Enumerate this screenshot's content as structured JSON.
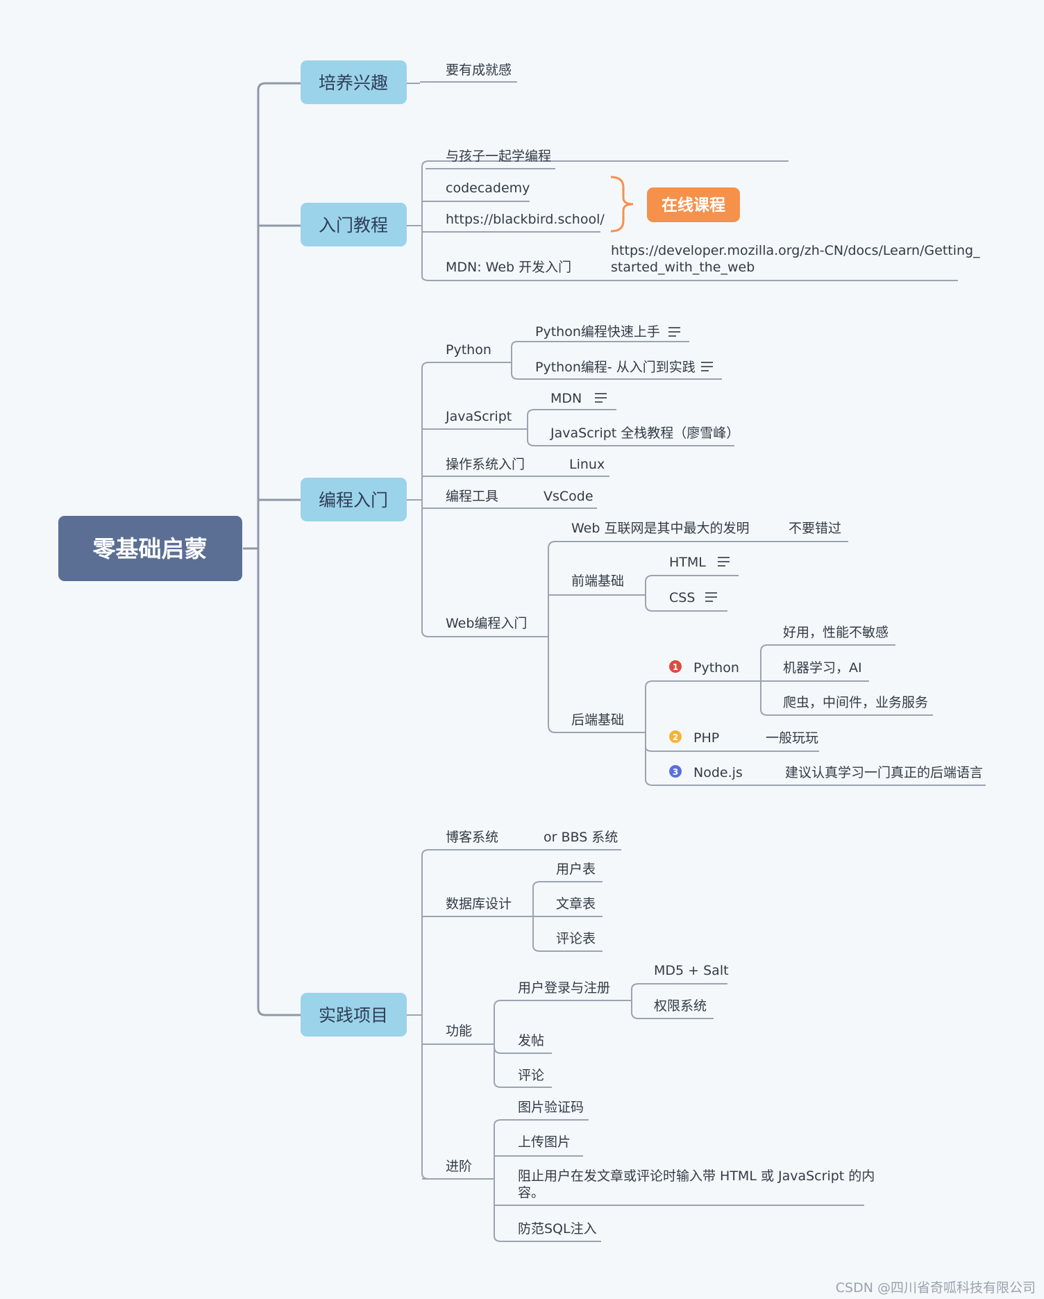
{
  "root": "零基础启蒙",
  "branches": {
    "interest": {
      "title": "培养兴趣",
      "item": "要有成就感"
    },
    "tutorial": {
      "title": "入门教程",
      "items": [
        "与孩子一起学编程",
        "codecademy",
        "https://blackbird.school/",
        "MDN: Web 开发入门"
      ],
      "online_tag": "在线课程",
      "mdn_url_line1": "https://developer.mozilla.org/zh-CN/docs/Learn/Getting_",
      "mdn_url_line2": "started_with_the_web"
    },
    "programming": {
      "title": "编程入门",
      "python": "Python",
      "python_books": [
        "Python编程快速上手",
        "Python编程- 从入门到实践"
      ],
      "javascript": "JavaScript",
      "js_items": [
        "MDN",
        "JavaScript 全栈教程（廖雪峰）"
      ],
      "os": "操作系统入门",
      "os_item": "Linux",
      "tools": "编程工具",
      "tools_item": "VsCode",
      "web": "Web编程入门",
      "web_intro": "Web 互联网是其中最大的发明",
      "web_intro_note": "不要错过",
      "frontend": "前端基础",
      "frontend_items": [
        "HTML",
        "CSS"
      ],
      "backend": "后端基础",
      "backend_python": "Python",
      "backend_python_notes": [
        "好用，性能不敏感",
        "机器学习，AI",
        "爬虫，中间件，业务服务"
      ],
      "backend_php": "PHP",
      "backend_php_note": "一般玩玩",
      "backend_node": "Node.js",
      "backend_node_note": "建议认真学习一门真正的后端语言",
      "priority_markers": [
        "1",
        "2",
        "3"
      ]
    },
    "practice": {
      "title": "实践项目",
      "blog": "博客系统",
      "blog_note": "or BBS 系统",
      "db": "数据库设计",
      "db_items": [
        "用户表",
        "文章表",
        "评论表"
      ],
      "features": "功能",
      "login": "用户登录与注册",
      "login_items": [
        "MD5 + Salt",
        "权限系统"
      ],
      "feature_items": [
        "发帖",
        "评论"
      ],
      "advanced": "进阶",
      "advanced_items": [
        "图片验证码",
        "上传图片"
      ],
      "advanced_xss_line1": "阻止用户在发文章或评论时输入带 HTML 或 JavaScript 的内",
      "advanced_xss_line2": "容。",
      "advanced_sql": "防范SQL注入"
    }
  },
  "watermark": "CSDN @四川省奇呱科技有限公司",
  "colors": {
    "background": "#f4f8fb",
    "root_fill": "#5b6f95",
    "main_fill": "#9bd3ea",
    "tag_fill": "#f6914b",
    "connector": "#9ba3b0",
    "marker_1": "#e2493f",
    "marker_2": "#f5b335",
    "marker_3": "#5b6fe0"
  },
  "icons": [
    "note-icon",
    "brace-icon",
    "priority-marker-icon"
  ]
}
